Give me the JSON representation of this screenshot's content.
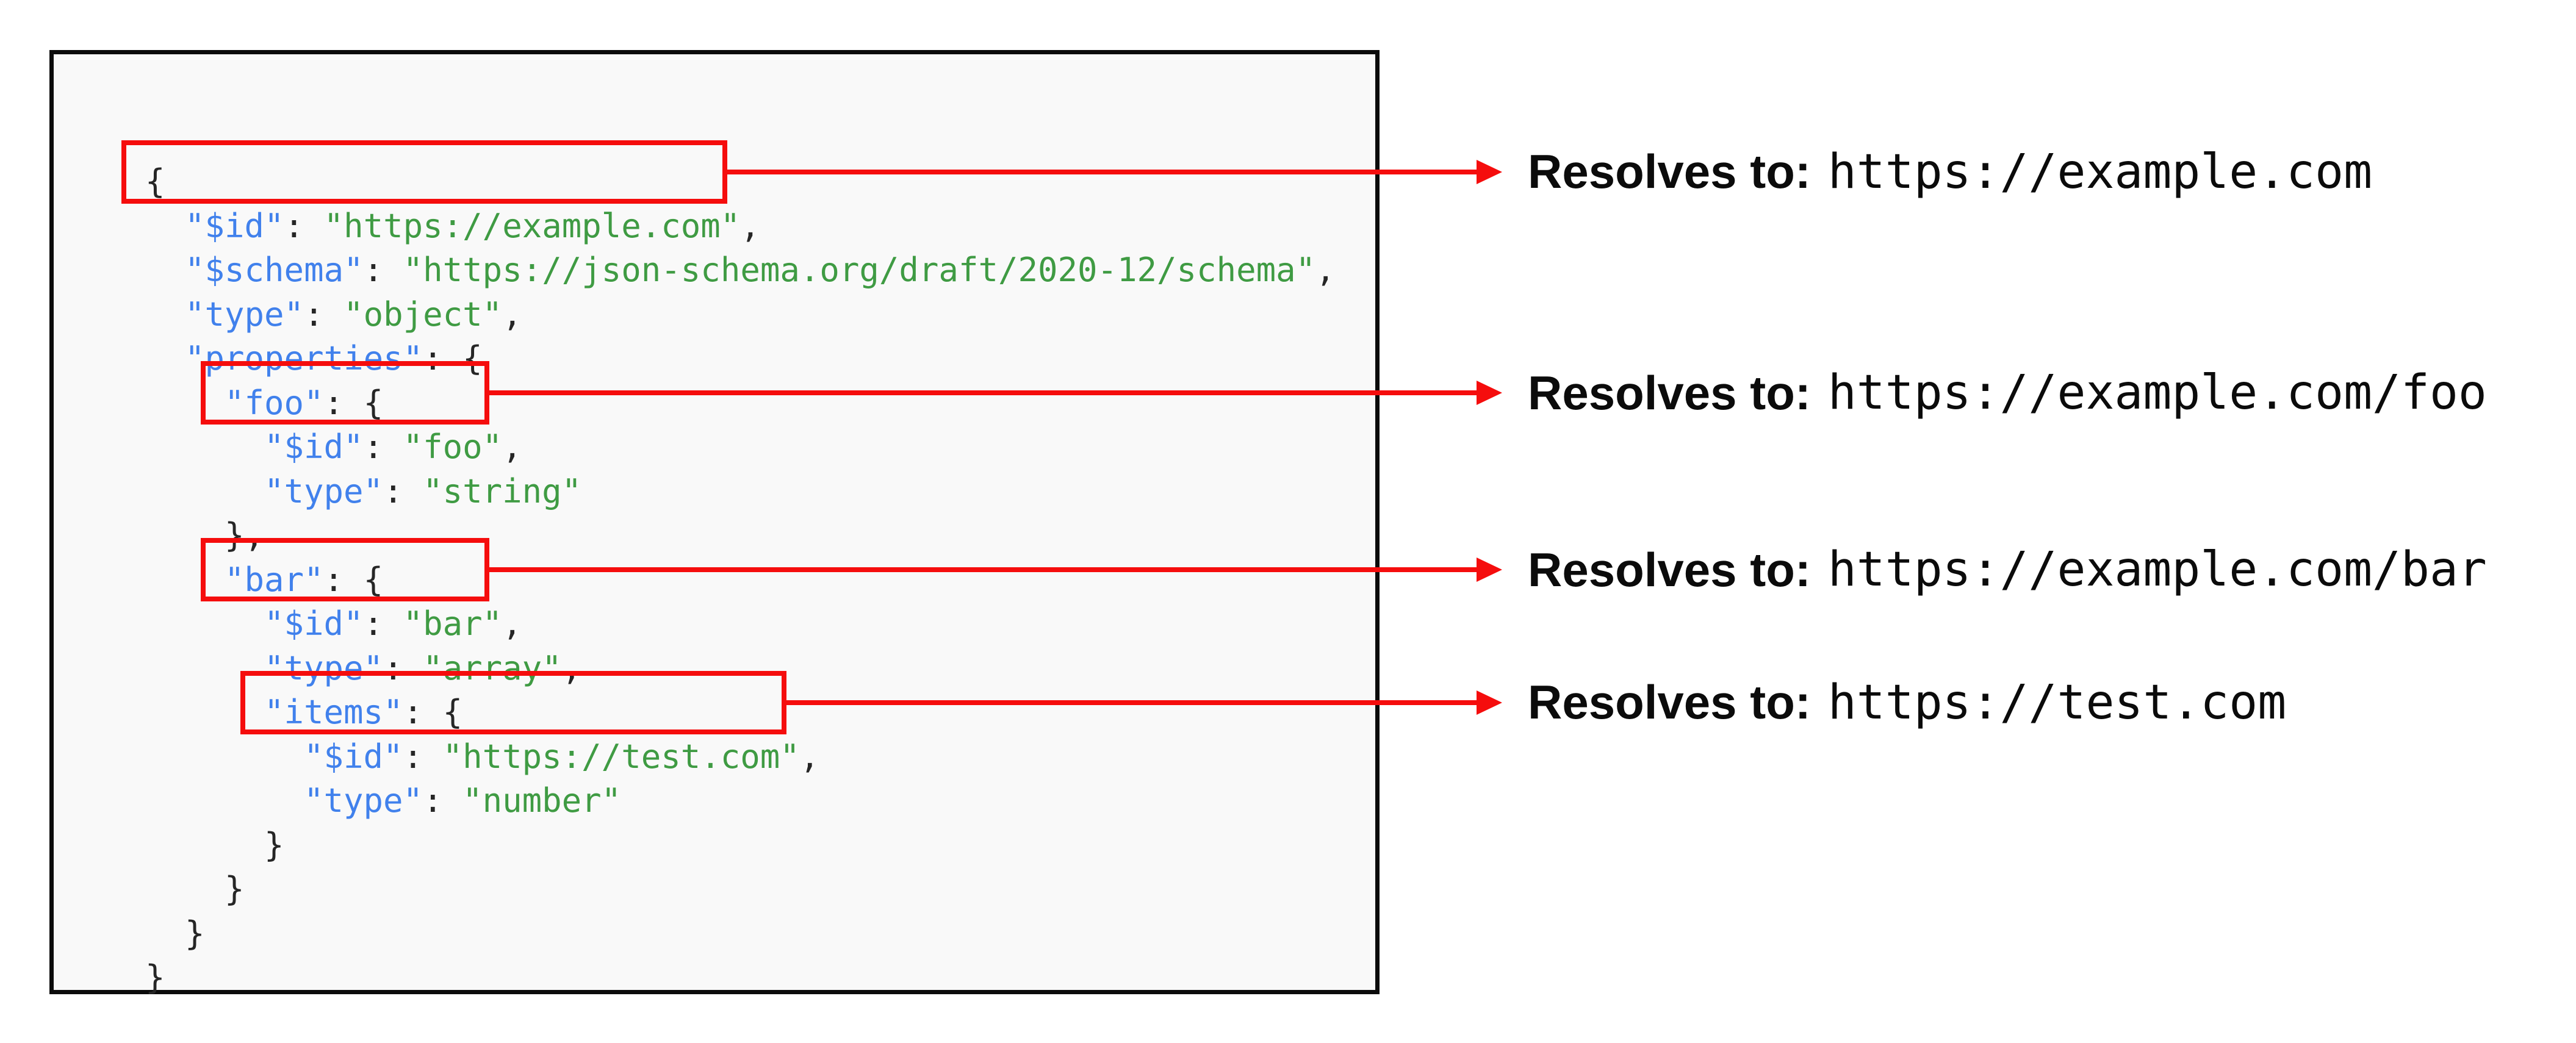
{
  "colors": {
    "key": "#4181ec",
    "string": "#3f9b43",
    "punctuation": "#262626",
    "highlight_red": "#f50d0d",
    "panel_background": "#f9f9f9",
    "panel_border": "#0b0b0b"
  },
  "code": {
    "lines": [
      {
        "indent": 0,
        "tokens": [
          [
            "punct",
            "{"
          ]
        ]
      },
      {
        "indent": 2,
        "tokens": [
          [
            "key",
            "\"$id\""
          ],
          [
            "punct",
            ": "
          ],
          [
            "string",
            "\"https://example.com\""
          ],
          [
            "punct",
            ","
          ]
        ]
      },
      {
        "indent": 2,
        "tokens": [
          [
            "key",
            "\"$schema\""
          ],
          [
            "punct",
            ": "
          ],
          [
            "string",
            "\"https://json-schema.org/draft/2020-12/schema\""
          ],
          [
            "punct",
            ","
          ]
        ]
      },
      {
        "indent": 2,
        "tokens": [
          [
            "key",
            "\"type\""
          ],
          [
            "punct",
            ": "
          ],
          [
            "string",
            "\"object\""
          ],
          [
            "punct",
            ","
          ]
        ]
      },
      {
        "indent": 2,
        "tokens": [
          [
            "key",
            "\"properties\""
          ],
          [
            "punct",
            ": {"
          ]
        ]
      },
      {
        "indent": 4,
        "tokens": [
          [
            "key",
            "\"foo\""
          ],
          [
            "punct",
            ": {"
          ]
        ]
      },
      {
        "indent": 6,
        "tokens": [
          [
            "key",
            "\"$id\""
          ],
          [
            "punct",
            ": "
          ],
          [
            "string",
            "\"foo\""
          ],
          [
            "punct",
            ","
          ]
        ]
      },
      {
        "indent": 6,
        "tokens": [
          [
            "key",
            "\"type\""
          ],
          [
            "punct",
            ": "
          ],
          [
            "string",
            "\"string\""
          ]
        ]
      },
      {
        "indent": 4,
        "tokens": [
          [
            "punct",
            "},"
          ]
        ]
      },
      {
        "indent": 4,
        "tokens": [
          [
            "key",
            "\"bar\""
          ],
          [
            "punct",
            ": {"
          ]
        ]
      },
      {
        "indent": 6,
        "tokens": [
          [
            "key",
            "\"$id\""
          ],
          [
            "punct",
            ": "
          ],
          [
            "string",
            "\"bar\""
          ],
          [
            "punct",
            ","
          ]
        ]
      },
      {
        "indent": 6,
        "tokens": [
          [
            "key",
            "\"type\""
          ],
          [
            "punct",
            ": "
          ],
          [
            "string",
            "\"array\""
          ],
          [
            "punct",
            ","
          ]
        ]
      },
      {
        "indent": 6,
        "tokens": [
          [
            "key",
            "\"items\""
          ],
          [
            "punct",
            ": {"
          ]
        ]
      },
      {
        "indent": 8,
        "tokens": [
          [
            "key",
            "\"$id\""
          ],
          [
            "punct",
            ": "
          ],
          [
            "string",
            "\"https://test.com\""
          ],
          [
            "punct",
            ","
          ]
        ]
      },
      {
        "indent": 8,
        "tokens": [
          [
            "key",
            "\"type\""
          ],
          [
            "punct",
            ": "
          ],
          [
            "string",
            "\"number\""
          ]
        ]
      },
      {
        "indent": 6,
        "tokens": [
          [
            "punct",
            "}"
          ]
        ]
      },
      {
        "indent": 4,
        "tokens": [
          [
            "punct",
            "}"
          ]
        ]
      },
      {
        "indent": 2,
        "tokens": [
          [
            "punct",
            "}"
          ]
        ]
      },
      {
        "indent": 0,
        "tokens": [
          [
            "punct",
            "}"
          ]
        ]
      }
    ]
  },
  "callouts": [
    {
      "line": 2,
      "label": "Resolves to:",
      "url": "https://example.com"
    },
    {
      "line": 7,
      "label": "Resolves to:",
      "url": "https://example.com/foo"
    },
    {
      "line": 11,
      "label": "Resolves to:",
      "url": "https://example.com/bar"
    },
    {
      "line": 14,
      "label": "Resolves to:",
      "url": "https://test.com"
    }
  ]
}
